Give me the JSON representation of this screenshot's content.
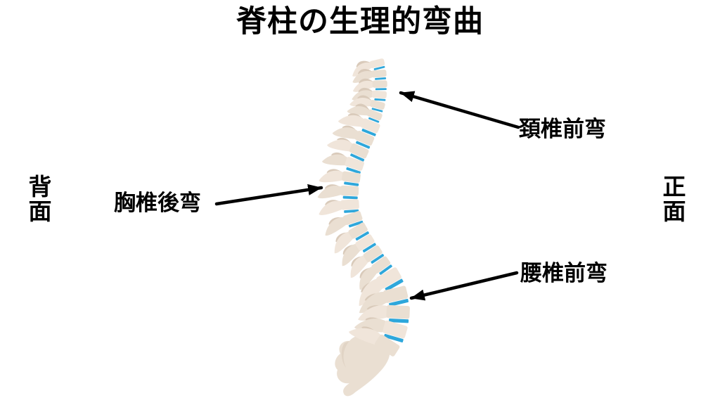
{
  "title": "脊柱の生理的弯曲",
  "labels": {
    "cervical": "頚椎前弯",
    "thoracic": "胸椎後弯",
    "lumbar": "腰椎前弯",
    "back_side": "背面",
    "front_side": "正面"
  },
  "colors": {
    "background": "#FFFFFF",
    "bone": "#EADFD2",
    "bone_light": "#F0E5DA",
    "bone_shadow": "#D9CABA",
    "disc_blue": "#2EA7DB",
    "ink": "#000000"
  }
}
